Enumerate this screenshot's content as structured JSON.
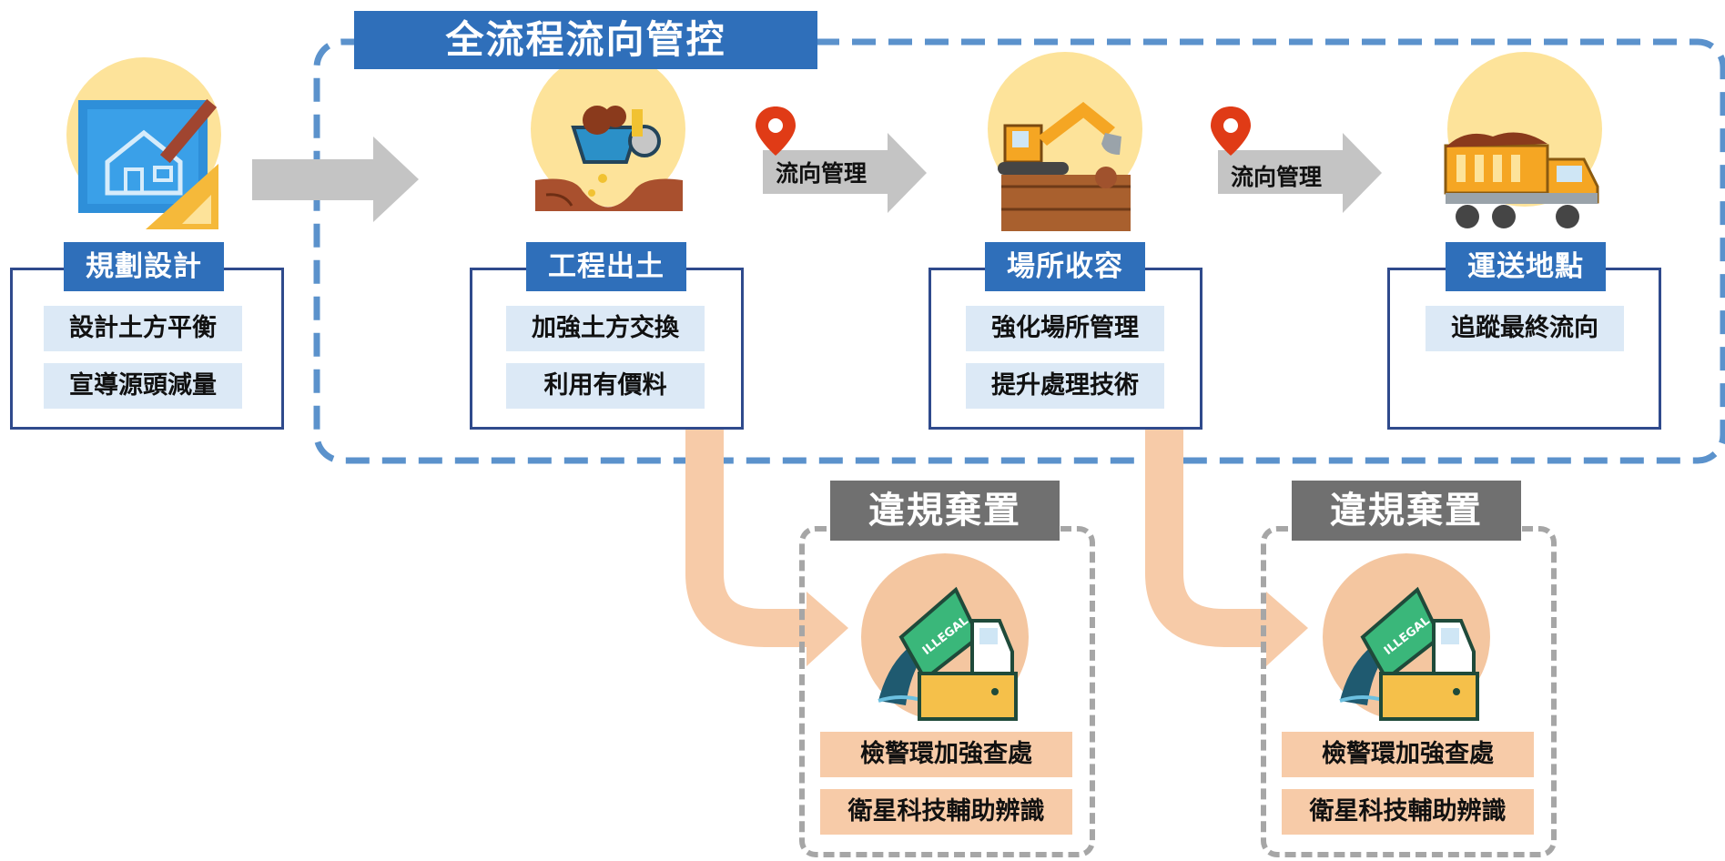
{
  "banner": "全流程流向管控",
  "flow_label": "流向管理",
  "stages": [
    {
      "title": "規劃設計",
      "items": [
        "設計土方平衡",
        "宣導源頭減量"
      ]
    },
    {
      "title": "工程出土",
      "items": [
        "加強土方交換",
        "利用有價料"
      ]
    },
    {
      "title": "場所收容",
      "items": [
        "強化場所管理",
        "提升處理技術"
      ]
    },
    {
      "title": "運送地點",
      "items": [
        "追蹤最終流向"
      ]
    }
  ],
  "violations": [
    {
      "title": "違規棄置",
      "items": [
        "檢警環加強查處",
        "衛星科技輔助辨識"
      ],
      "sign": "ILLEGAL"
    },
    {
      "title": "違規棄置",
      "items": [
        "檢警環加強查處",
        "衛星科技輔助辨識"
      ],
      "sign": "ILLEGAL"
    }
  ],
  "colors": {
    "blue": "#2f6fba",
    "navy": "#2f4a8c",
    "dash_blue": "#5b92cc",
    "light_blue": "#dce9f6",
    "peach": "#f7cba8",
    "gray": "#707070",
    "circle_yellow": "#fde39a",
    "circle_peach": "#f4c6a0"
  },
  "icons": [
    "blueprint-icon",
    "excavation-icon",
    "excavator-icon",
    "dump-truck-icon",
    "location-pin-icon",
    "illegal-dumping-icon"
  ]
}
